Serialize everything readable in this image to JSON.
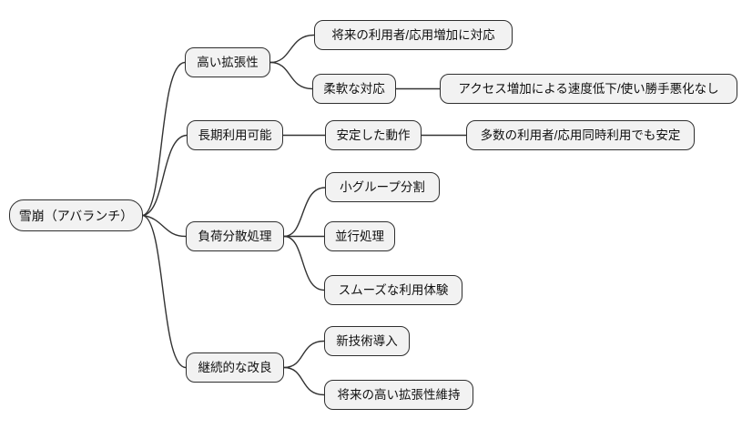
{
  "mindmap": {
    "colors": {
      "node_fill": "#f2f2f2",
      "node_border": "#2f2f2f",
      "edge": "#333333",
      "background": "#ffffff",
      "text": "#111111"
    },
    "nodes": [
      {
        "id": "root",
        "label": "雪崩（アバランチ）",
        "parent": null
      },
      {
        "id": "high-scalability",
        "label": "高い拡張性",
        "parent": "root"
      },
      {
        "id": "future-users",
        "label": "将来の利用者/応用増加に対応",
        "parent": "high-scalability"
      },
      {
        "id": "flexible-response",
        "label": "柔軟な対応",
        "parent": "high-scalability"
      },
      {
        "id": "no-slowdown",
        "label": "アクセス増加による速度低下/使い勝手悪化なし",
        "parent": "flexible-response"
      },
      {
        "id": "long-term-use",
        "label": "長期利用可能",
        "parent": "root"
      },
      {
        "id": "stable-operation",
        "label": "安定した動作",
        "parent": "long-term-use"
      },
      {
        "id": "stable-many-users",
        "label": "多数の利用者/応用同時利用でも安定",
        "parent": "stable-operation"
      },
      {
        "id": "load-distribution",
        "label": "負荷分散処理",
        "parent": "root"
      },
      {
        "id": "small-group-split",
        "label": "小グループ分割",
        "parent": "load-distribution"
      },
      {
        "id": "parallel-processing",
        "label": "並行処理",
        "parent": "load-distribution"
      },
      {
        "id": "smooth-experience",
        "label": "スムーズな利用体験",
        "parent": "load-distribution"
      },
      {
        "id": "continuous-improvement",
        "label": "継続的な改良",
        "parent": "root"
      },
      {
        "id": "new-technology",
        "label": "新技術導入",
        "parent": "continuous-improvement"
      },
      {
        "id": "maintain-scalability",
        "label": "将来の高い拡張性維持",
        "parent": "continuous-improvement"
      }
    ]
  }
}
